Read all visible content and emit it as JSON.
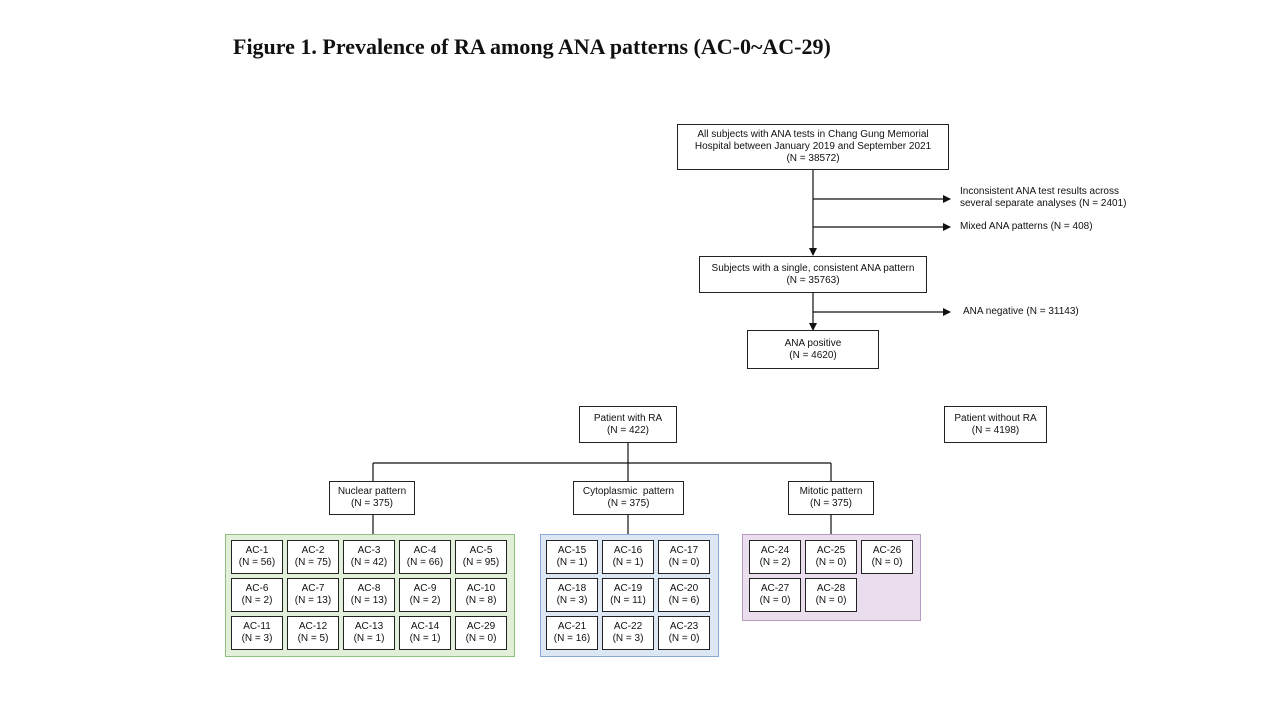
{
  "title": "Figure 1. Prevalence of RA among ANA patterns (AC-0~AC-29)",
  "colors": {
    "nuclear": "#8fbf7f",
    "nuclear_bg": "#e2efd9",
    "cytoplasmic": "#8aa9d6",
    "cytoplasmic_bg": "#dde7f4",
    "mitotic": "#b79ac0",
    "mitotic_bg": "#e9ddee"
  },
  "flow": {
    "all": {
      "line1": "All subjects with ANA tests in Chang Gung Memorial",
      "line2": "Hospital between January 2019 and September 2021",
      "line3": "(N = 38572)"
    },
    "excl1": {
      "line1": "Inconsistent ANA test results across",
      "line2": "several separate analyses (N = 2401)"
    },
    "excl2": "Mixed ANA patterns (N = 408)",
    "single": {
      "line1": "Subjects with a single, consistent ANA pattern",
      "line2": "(N = 35763)"
    },
    "neg": "ANA negative (N = 31143)",
    "pos": {
      "line1": "ANA positive",
      "line2": "(N = 4620)"
    },
    "ra": {
      "line1": "Patient with RA",
      "line2": "(N = 422)"
    },
    "nonra": {
      "line1": "Patient without RA",
      "line2": "(N = 4198)"
    },
    "nuclear": {
      "line1": "Nuclear pattern",
      "line2": "(N = 375)"
    },
    "cyto": {
      "line1": "Cytoplasmic  pattern",
      "line2": "(N = 375)"
    },
    "mitotic": {
      "line1": "Mitotic pattern",
      "line2": "(N = 375)"
    }
  },
  "nuclear_cells": [
    {
      "code": "AC-1",
      "n": "(N = 56)"
    },
    {
      "code": "AC-2",
      "n": "(N = 75)"
    },
    {
      "code": "AC-3",
      "n": "(N = 42)"
    },
    {
      "code": "AC-4",
      "n": "(N = 66)"
    },
    {
      "code": "AC-5",
      "n": "(N = 95)"
    },
    {
      "code": "AC-6",
      "n": "(N = 2)"
    },
    {
      "code": "AC-7",
      "n": "(N = 13)"
    },
    {
      "code": "AC-8",
      "n": "(N = 13)"
    },
    {
      "code": "AC-9",
      "n": "(N = 2)"
    },
    {
      "code": "AC-10",
      "n": "(N = 8)"
    },
    {
      "code": "AC-11",
      "n": "(N = 3)"
    },
    {
      "code": "AC-12",
      "n": "(N = 5)"
    },
    {
      "code": "AC-13",
      "n": "(N = 1)"
    },
    {
      "code": "AC-14",
      "n": "(N = 1)"
    },
    {
      "code": "AC-29",
      "n": "(N = 0)"
    }
  ],
  "cyto_cells": [
    {
      "code": "AC-15",
      "n": "(N = 1)"
    },
    {
      "code": "AC-16",
      "n": "(N = 1)"
    },
    {
      "code": "AC-17",
      "n": "(N = 0)"
    },
    {
      "code": "AC-18",
      "n": "(N = 3)"
    },
    {
      "code": "AC-19",
      "n": "(N = 11)"
    },
    {
      "code": "AC-20",
      "n": "(N = 6)"
    },
    {
      "code": "AC-21",
      "n": "(N = 16)"
    },
    {
      "code": "AC-22",
      "n": "(N = 3)"
    },
    {
      "code": "AC-23",
      "n": "(N = 0)"
    }
  ],
  "mitotic_cells": [
    {
      "code": "AC-24",
      "n": "(N = 2)"
    },
    {
      "code": "AC-25",
      "n": "(N = 0)"
    },
    {
      "code": "AC-26",
      "n": "(N = 0)"
    },
    {
      "code": "AC-27",
      "n": "(N = 0)"
    },
    {
      "code": "AC-28",
      "n": "(N = 0)"
    }
  ]
}
